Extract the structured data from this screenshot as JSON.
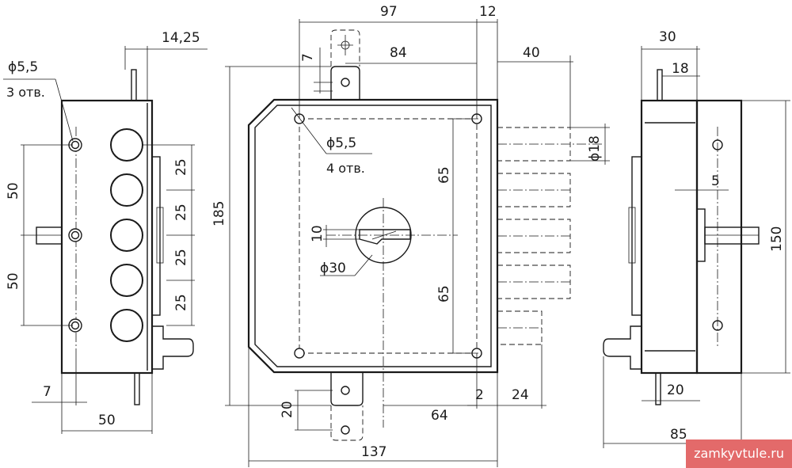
{
  "dimensions": {
    "left_top": "14,25",
    "left_hole_dia": "ϕ5,5",
    "left_hole_count": "3 отв.",
    "left_50_upper": "50",
    "left_50_lower": "50",
    "left_25_a": "25",
    "left_25_b": "25",
    "left_25_c": "25",
    "left_25_d": "25",
    "left_7": "7",
    "left_50_bottom": "50",
    "front_97": "97",
    "front_12": "12",
    "front_7": "7",
    "front_84": "84",
    "front_40": "40",
    "front_185": "185",
    "front_hole_dia": "ϕ5,5",
    "front_hole_count": "4 отв.",
    "front_65_upper": "65",
    "front_65_lower": "65",
    "front_10": "10",
    "front_d30": "ϕ30",
    "front_d18": "ϕ18",
    "front_20": "20",
    "front_64": "64",
    "front_2": "2",
    "front_24": "24",
    "front_137": "137",
    "right_30": "30",
    "right_18": "18",
    "right_5": "5",
    "right_150": "150",
    "right_20": "20",
    "right_85": "85"
  },
  "watermark": "zamkyvtule.ru"
}
